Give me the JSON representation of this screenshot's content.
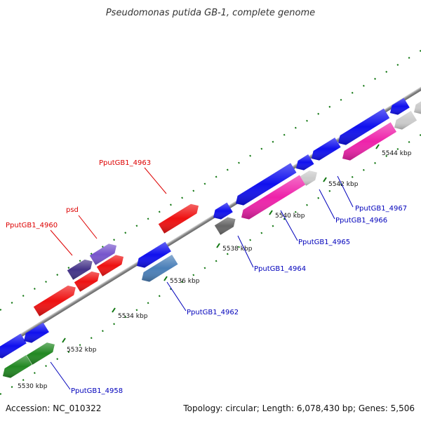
{
  "header": {
    "title": "Pseudomonas putida GB-1, complete genome"
  },
  "footer": {
    "accession": "Accession: NC_010322",
    "topology": "Topology: circular; Length: 6,078,430 bp; Genes: 5,506"
  },
  "ticks": [
    {
      "label": "5530 kbp"
    },
    {
      "label": "5532 kbp"
    },
    {
      "label": "5534 kbp"
    },
    {
      "label": "5536 kbp"
    },
    {
      "label": "5538 kbp"
    },
    {
      "label": "5540 kbp"
    },
    {
      "label": "5542 kbp"
    },
    {
      "label": "5544 kbp"
    }
  ],
  "gene_labels": [
    {
      "text": "PputGB1_4963",
      "color": "#dd0000"
    },
    {
      "text": "psd",
      "color": "#dd0000"
    },
    {
      "text": "PputGB1_4960",
      "color": "#dd0000"
    },
    {
      "text": "PputGB1_4967",
      "color": "#0000bb"
    },
    {
      "text": "PputGB1_4966",
      "color": "#0000bb"
    },
    {
      "text": "PputGB1_4965",
      "color": "#0000bb"
    },
    {
      "text": "PputGB1_4964",
      "color": "#0000bb"
    },
    {
      "text": "PputGB1_4962",
      "color": "#0000bb"
    },
    {
      "text": "PputGB1_4958",
      "color": "#0000bb"
    }
  ],
  "colors": {
    "red_gene": "#ee1111",
    "blue_gene": "#1010ee",
    "pink_gene": "#ee22aa",
    "green_gene": "#228822",
    "purple_gene": "#7755cc",
    "dark_purple_gene": "#443388",
    "steel_blue_gene": "#4a7fb8",
    "gray_gene": "#666666",
    "light_gray_gene": "#cccccc",
    "backbone": "#999999",
    "tick_dots": "#117711"
  }
}
